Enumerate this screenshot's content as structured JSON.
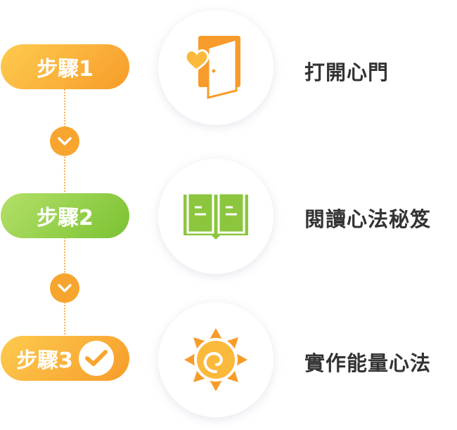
{
  "steps": [
    {
      "label": "步驟1",
      "title": "打開心門",
      "icon": "heart-door-icon",
      "color": "#f7a52e"
    },
    {
      "label": "步驟2",
      "title": "閱讀心法秘笈",
      "icon": "open-book-icon",
      "color": "#8cc63f"
    },
    {
      "label": "步驟3",
      "title": "實作能量心法",
      "icon": "sun-icon",
      "color": "#f7a52e",
      "completed": true
    }
  ]
}
